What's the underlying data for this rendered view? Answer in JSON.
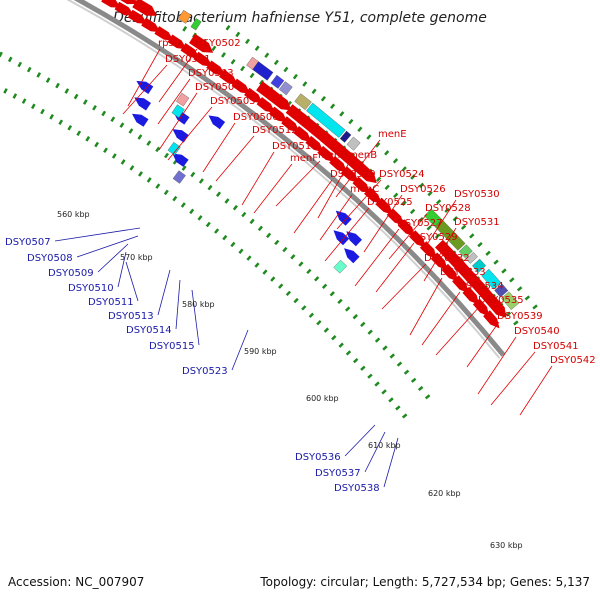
{
  "title": "Desulfitobacterium hafniense Y51, complete genome",
  "footer": {
    "accession": "Accession: NC_007907",
    "summary": "Topology: circular; Length: 5,727,534 bp; Genes: 5,137"
  },
  "colors": {
    "forward_gene": "#e00000",
    "reverse_gene": "#1a1aa8",
    "backbone": "#9a9a9a",
    "tick_dots": "#1f8a1f"
  },
  "kbp_ticks": [
    "560 kbp",
    "570 kbp",
    "580 kbp",
    "590 kbp",
    "600 kbp",
    "610 kbp",
    "620 kbp",
    "630 kbp"
  ],
  "forward_labels": [
    "rpsD",
    "DSY0502",
    "DSY0501",
    "DSY0503",
    "DSY0504",
    "DSY0505",
    "DSY0506",
    "DSY0512",
    "menE",
    "DSY0516",
    "menF",
    "menD",
    "menB",
    "DSY0519",
    "DSY0524",
    "menC",
    "DSY0526",
    "DSY0525",
    "DSY0530",
    "DSY0528",
    "DSY0527",
    "DSY0531",
    "DSY0529",
    "DSY0532",
    "DSY0533",
    "DSY0534",
    "DSY0535",
    "DSY0539",
    "DSY0540",
    "DSY0541",
    "DSY0542"
  ],
  "reverse_labels": [
    "DSY0507",
    "DSY0508",
    "DSY0509",
    "DSY0510",
    "DSY0511",
    "DSY0513",
    "DSY0514",
    "DSY0515",
    "DSY0523",
    "DSY0536",
    "DSY0537",
    "DSY0538"
  ]
}
